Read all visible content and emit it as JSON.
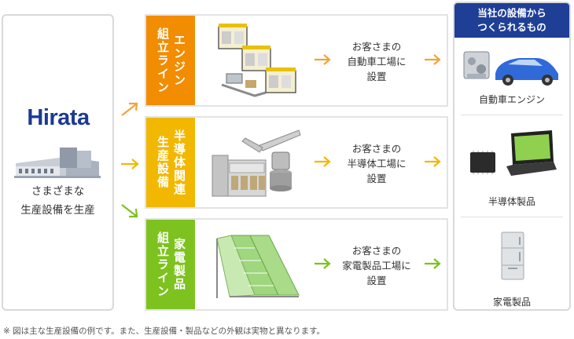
{
  "company": {
    "logo_text": "Hirata",
    "caption_lines": [
      "さまざまな",
      "生産設備を生産"
    ]
  },
  "rows": [
    {
      "tab_color": "#f28c00",
      "tab_columns": [
        "エンジン",
        "組立ライン"
      ],
      "machine_icon": "engine-assembly-line-icon",
      "destination_lines": [
        "お客さまの",
        "自動車工場に",
        "設置"
      ]
    },
    {
      "tab_color": "#f2b800",
      "tab_columns": [
        "半導体関連",
        "生産設備"
      ],
      "machine_icon": "semiconductor-equipment-icon",
      "destination_lines": [
        "お客さまの",
        "半導体工場に",
        "設置"
      ]
    },
    {
      "tab_color": "#7dc21e",
      "tab_columns": [
        "家電製品",
        "組立ライン"
      ],
      "machine_icon": "appliance-conveyor-icon",
      "destination_lines": [
        "お客さまの",
        "家電製品工場に",
        "設置"
      ]
    }
  ],
  "products": {
    "header_lines": [
      "当社の設備から",
      "つくられるもの"
    ],
    "header_color": "#1e3f95",
    "items": [
      {
        "label": "自動車エンジン",
        "icon": "car-engine-icon"
      },
      {
        "label": "半導体製品",
        "icon": "chip-laptop-icon"
      },
      {
        "label": "家電製品",
        "icon": "refrigerator-icon"
      }
    ]
  },
  "footnote": "※ 図は主な生産設備の例です。また、生産設備・製品などの外観は実物と異なります。"
}
